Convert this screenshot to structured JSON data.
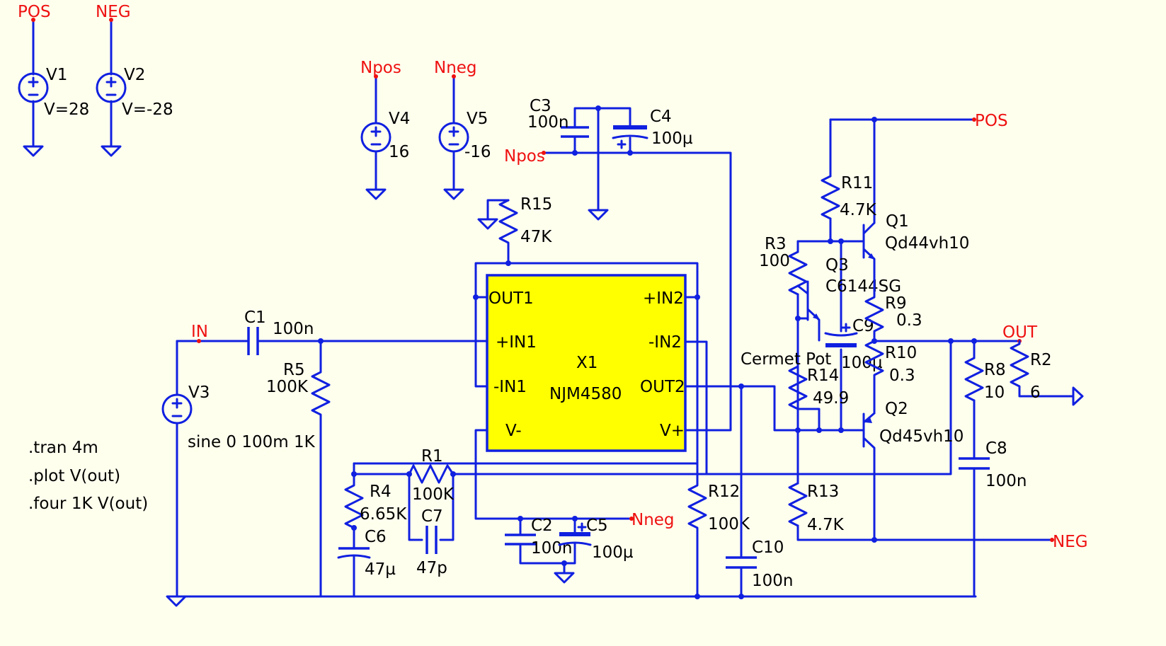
{
  "nets": {
    "pos": "POS",
    "neg": "NEG",
    "npos": "Npos",
    "nneg": "Nneg",
    "in": "IN",
    "out": "OUT"
  },
  "components": {
    "v1": {
      "ref": "V1",
      "value": "V=28"
    },
    "v2": {
      "ref": "V2",
      "value": "V=-28"
    },
    "v3": {
      "ref": "V3",
      "value": "sine 0 100m 1K"
    },
    "v4": {
      "ref": "V4",
      "value": "16"
    },
    "v5": {
      "ref": "V5",
      "value": "-16"
    },
    "c1": {
      "ref": "C1",
      "value": "100n"
    },
    "c2": {
      "ref": "C2",
      "value": "100n"
    },
    "c3": {
      "ref": "C3",
      "value": "100n"
    },
    "c4": {
      "ref": "C4",
      "value": "100µ"
    },
    "c5": {
      "ref": "C5",
      "value": "100µ"
    },
    "c6": {
      "ref": "C6",
      "value": "47µ"
    },
    "c7": {
      "ref": "C7",
      "value": "47p"
    },
    "c8": {
      "ref": "C8",
      "value": "100n"
    },
    "c9": {
      "ref": "C9",
      "value": "100µ"
    },
    "c10": {
      "ref": "C10",
      "value": "100n"
    },
    "r1": {
      "ref": "R1",
      "value": "100K"
    },
    "r2": {
      "ref": "R2",
      "value": "6"
    },
    "r3": {
      "ref": "R3",
      "value": "100"
    },
    "r4": {
      "ref": "R4",
      "value": "6.65K"
    },
    "r5": {
      "ref": "R5",
      "value": "100K"
    },
    "r8": {
      "ref": "R8",
      "value": "10"
    },
    "r9": {
      "ref": "R9",
      "value": "0.3"
    },
    "r10": {
      "ref": "R10",
      "value": "0.3"
    },
    "r11": {
      "ref": "R11",
      "value": "4.7K"
    },
    "r12": {
      "ref": "R12",
      "value": "100K"
    },
    "r13": {
      "ref": "R13",
      "value": "4.7K"
    },
    "r14": {
      "ref": "R14",
      "value": "49.9",
      "note": "Cermet Pot"
    },
    "r15": {
      "ref": "R15",
      "value": "47K"
    },
    "q1": {
      "ref": "Q1",
      "value": "Qd44vh10"
    },
    "q2": {
      "ref": "Q2",
      "value": "Qd45vh10"
    },
    "q3": {
      "ref": "Q3",
      "value": "C6144SG"
    }
  },
  "opamp": {
    "ref": "X1",
    "part": "NJM4580",
    "pins": {
      "out1": "OUT1",
      "in1p": "+IN1",
      "in1n": "-IN1",
      "vneg": "V-",
      "in2p": "+IN2",
      "in2n": "-IN2",
      "out2": "OUT2",
      "vpos": "V+"
    }
  },
  "directives": [
    ".tran 4m",
    ".plot V(out)",
    ".four 1K V(out)"
  ],
  "colors": {
    "wire": "#1020E0",
    "net_label": "#EE1111",
    "chip_fill": "#FFFF00",
    "background": "#FFFFEE"
  }
}
